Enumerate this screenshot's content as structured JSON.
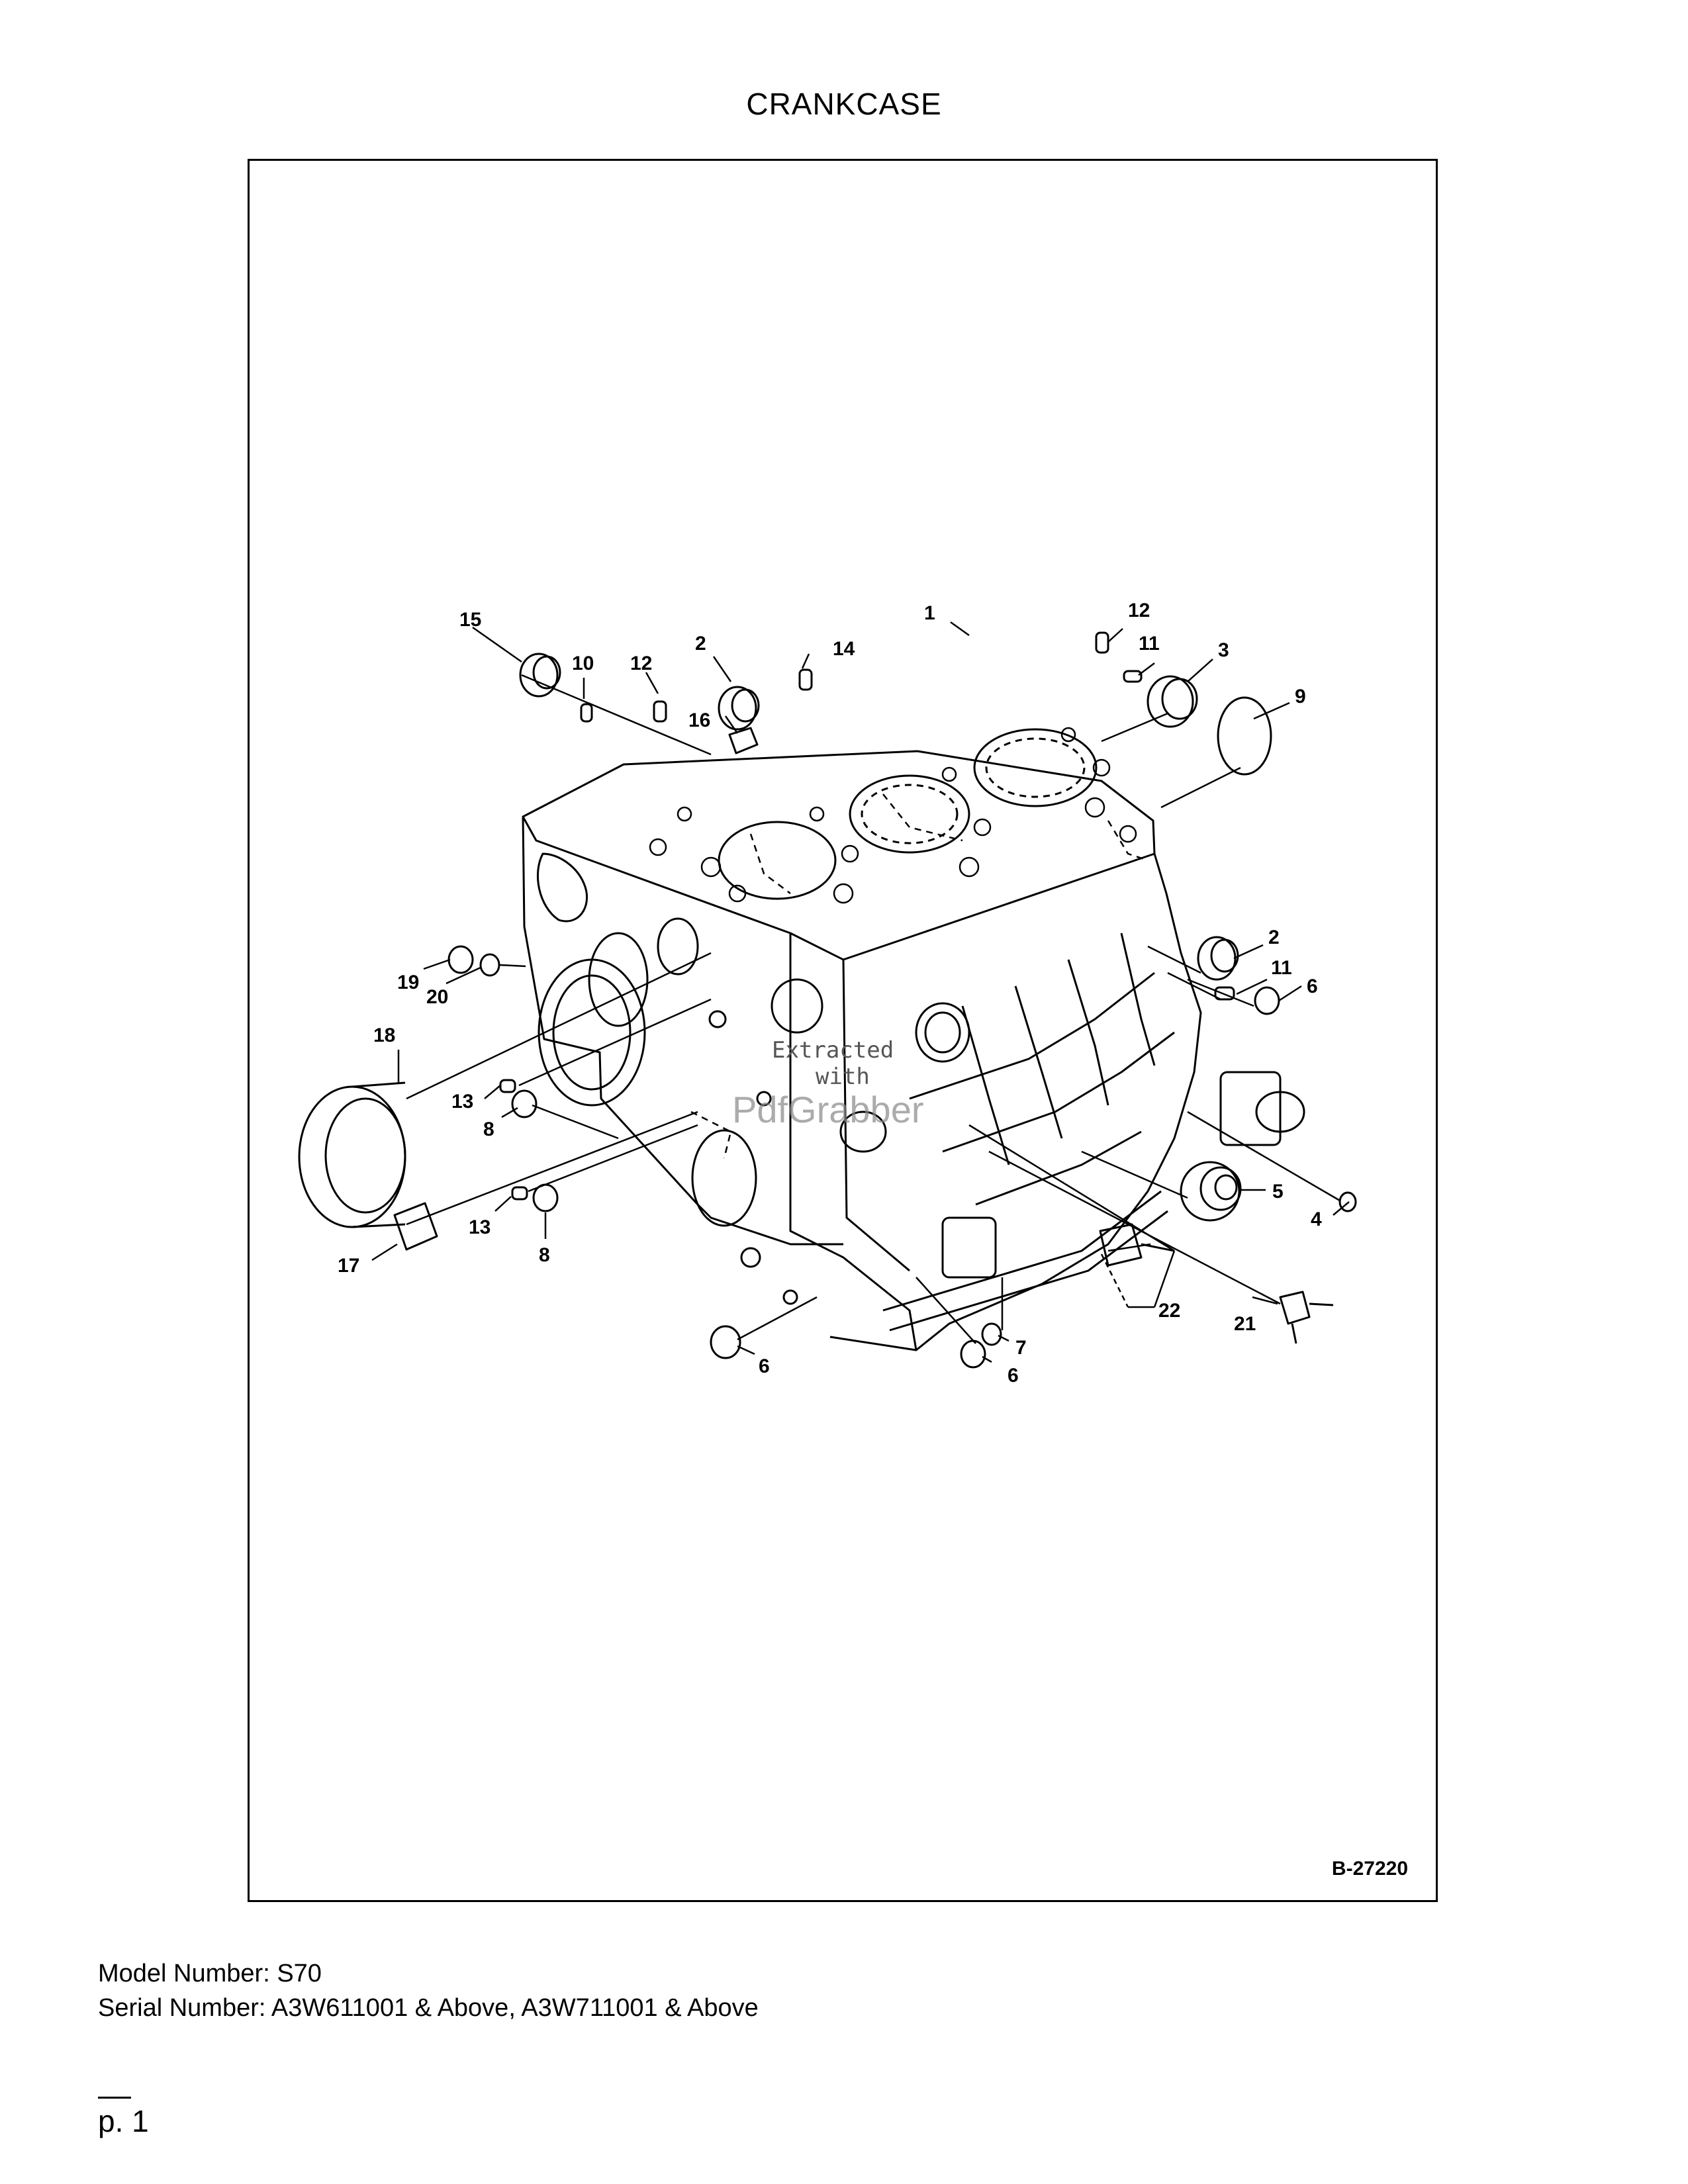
{
  "page": {
    "title": "CRANKCASE",
    "figure_code": "B-27220",
    "model_number": "Model Number: S70",
    "serial_number": "Serial Number: A3W611001 & Above, A3W711001 & Above",
    "page_number": "p. 1"
  },
  "watermark": {
    "line1": "Extracted",
    "line2": "with",
    "line3": "PdfGrabber"
  },
  "callouts": {
    "c1": "1",
    "c2a": "2",
    "c2b": "2",
    "c3": "3",
    "c4": "4",
    "c5": "5",
    "c6a": "6",
    "c6b": "6",
    "c6c": "6",
    "c7": "7",
    "c8a": "8",
    "c8b": "8",
    "c9": "9",
    "c10": "10",
    "c11a": "11",
    "c11b": "11",
    "c12a": "12",
    "c12b": "12",
    "c13a": "13",
    "c13b": "13",
    "c14": "14",
    "c15": "15",
    "c16": "16",
    "c17": "17",
    "c18": "18",
    "c19": "19",
    "c20": "20",
    "c21": "21",
    "c22": "22"
  }
}
